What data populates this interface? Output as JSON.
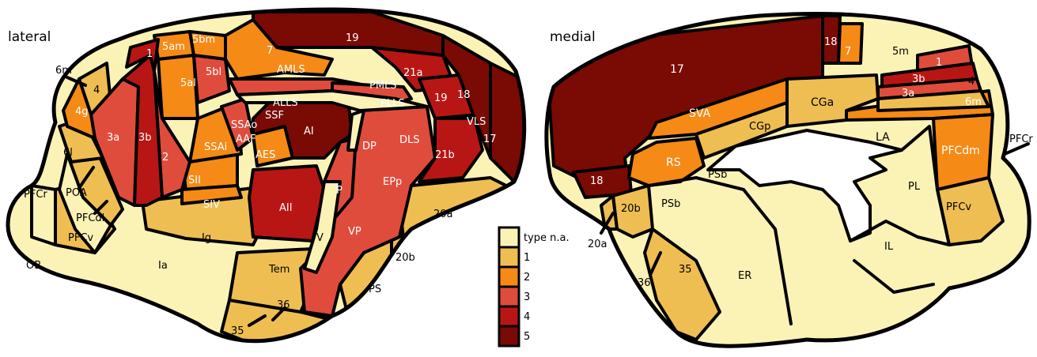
{
  "colors": {
    "type_na": "#FBF3B6",
    "t1": "#EFBE52",
    "t2": "#F58A16",
    "t3": "#E04C3C",
    "t4": "#B81614",
    "t5": "#7A0A04",
    "line": "#000000"
  },
  "views": {
    "lateral_title": "lateral",
    "medial_title": "medial"
  },
  "legend": [
    "type n.a.",
    "1",
    "2",
    "3",
    "4",
    "5"
  ],
  "lateral_labels": {
    "OB": "OB",
    "PFCr": "PFCr",
    "PFCv": "PFCv",
    "PFCdl": "PFCdl",
    "POA": "POA",
    "6l": "6l",
    "6m": "6m",
    "4": "4",
    "4g": "4g",
    "3a": "3a",
    "3b": "3b",
    "1": "1",
    "2": "2",
    "5am": "5am",
    "5bm": "5bm",
    "5al": "5al",
    "5bl": "5bl",
    "7": "7",
    "19": "19",
    "21a": "21a",
    "18": "18",
    "17": "17",
    "AMLS": "AMLS",
    "PMLS": "PMLS",
    "ALLS": "ALLS",
    "PLLS": "PLLS",
    "VLS": "VLS",
    "DLS": "DLS",
    "21b": "21b",
    "SSF": "SSF",
    "SSAo": "SSAo",
    "SSAi": "SSAi",
    "AAF": "AAF",
    "AI": "AI",
    "AES": "AES",
    "SII": "SII",
    "SIV": "SIV",
    "Ig": "Ig",
    "Ia": "Ia",
    "AII": "AII",
    "DP": "DP",
    "P": "P",
    "EPp": "EPp",
    "VP": "VP",
    "V": "V",
    "Tem": "Tem",
    "20a": "20a",
    "20b": "20b",
    "PS": "PS",
    "36": "36",
    "35": "35"
  },
  "medial_labels": {
    "17": "17",
    "18": "18",
    "18b": "18",
    "7": "7",
    "5m": "5m",
    "1": "1",
    "3b": "3b",
    "3a": "3a",
    "4": "4",
    "6m": "6m",
    "SVA": "SVA",
    "CGa": "CGa",
    "CGp": "CGp",
    "RS": "RS",
    "PSb": "PSb",
    "PSb2": "PSb",
    "LA": "LA",
    "PL": "PL",
    "PFCdm": "PFCdm",
    "PFCr": "PFCr",
    "PFCv": "PFCv",
    "20a": "20a",
    "20b": "20b",
    "36": "36",
    "35": "35",
    "ER": "ER",
    "IL": "IL"
  }
}
